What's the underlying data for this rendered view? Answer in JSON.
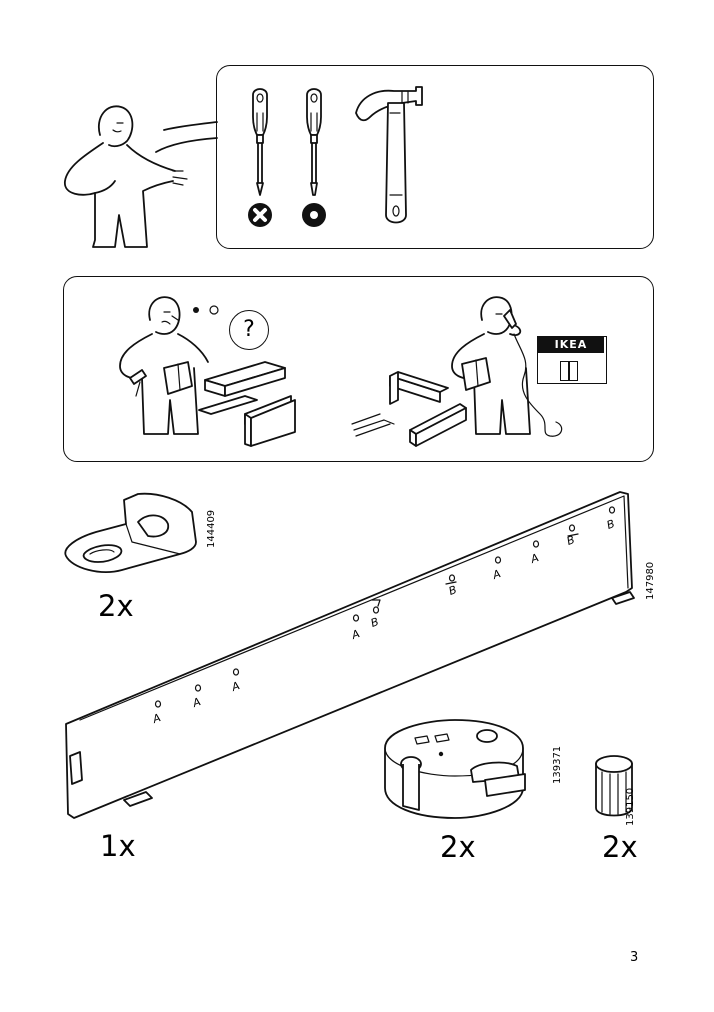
{
  "page": {
    "number": "3"
  },
  "tools_panel": {
    "tools": [
      {
        "icon": "phillips-screwdriver-icon",
        "mark": "not-allowed"
      },
      {
        "icon": "flathead-screwdriver-icon",
        "mark": "allowed"
      },
      {
        "icon": "hammer-icon"
      }
    ]
  },
  "help_panel": {
    "question_mark": "?",
    "store_sign": "IKEA"
  },
  "parts": [
    {
      "id": "bracket",
      "article_number": "144409",
      "quantity": "2x"
    },
    {
      "id": "rail",
      "article_number": "147980",
      "quantity": "1x"
    },
    {
      "id": "cam-lock",
      "article_number": "139371",
      "quantity": "2x"
    },
    {
      "id": "dowel",
      "article_number": "139150",
      "quantity": "2x"
    }
  ],
  "hole_labels": {
    "a": "A",
    "b": "B"
  }
}
